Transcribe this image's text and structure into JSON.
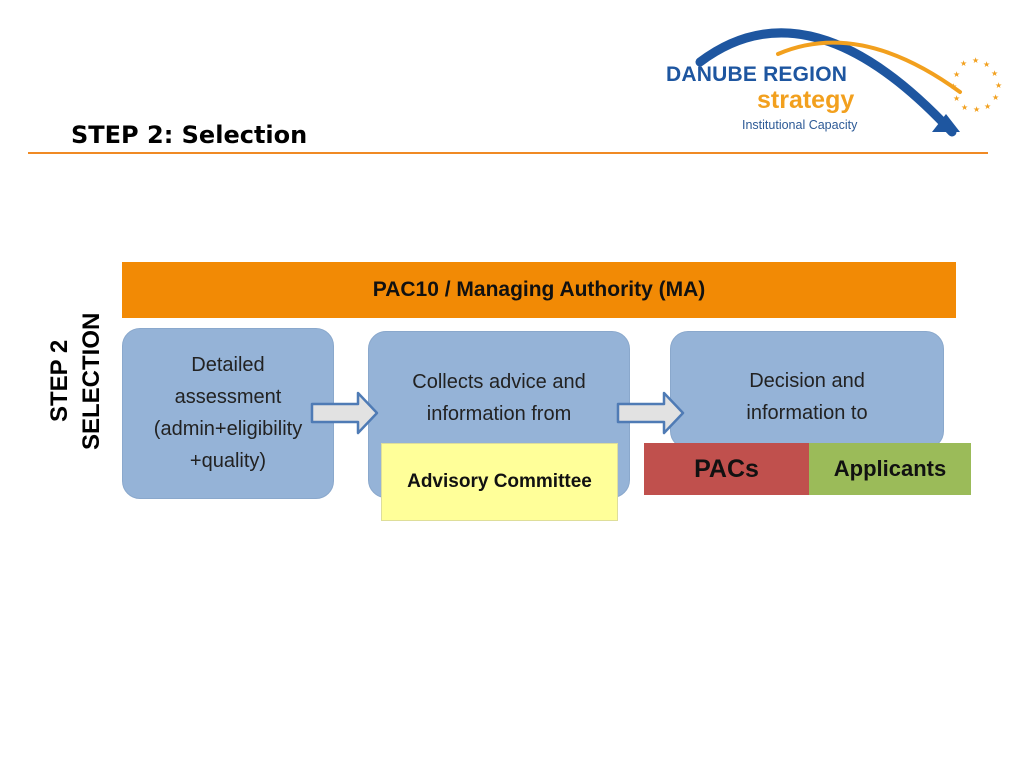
{
  "header": {
    "title": "STEP 2: Selection",
    "logo": {
      "main": "DANUBE REGION",
      "strategy": "strategy",
      "subtitle": "Institutional Capacity"
    }
  },
  "diagram": {
    "top_bar": "PAC10 / Managing Authority (MA)",
    "side_label": {
      "line1": "STEP 2",
      "line2": "SELECTION"
    },
    "box1": {
      "lines": [
        "Detailed",
        "assessment",
        "(admin+eligibility",
        "+quality)"
      ]
    },
    "box2": {
      "lines": [
        "Collects advice and",
        "information from"
      ]
    },
    "box3": {
      "lines": [
        "Decision and",
        "information to"
      ]
    },
    "advisory": "Advisory Committee",
    "pacs": "PACs",
    "applicants": "Applicants"
  },
  "colors": {
    "accent_orange": "#f28a05",
    "box_blue": "#95b3d7",
    "advisory_yellow": "#ffff99",
    "pacs_red": "#c0504d",
    "applicants_green": "#9bbb59",
    "logo_blue": "#1e56a0",
    "logo_orange": "#f2a01e"
  }
}
